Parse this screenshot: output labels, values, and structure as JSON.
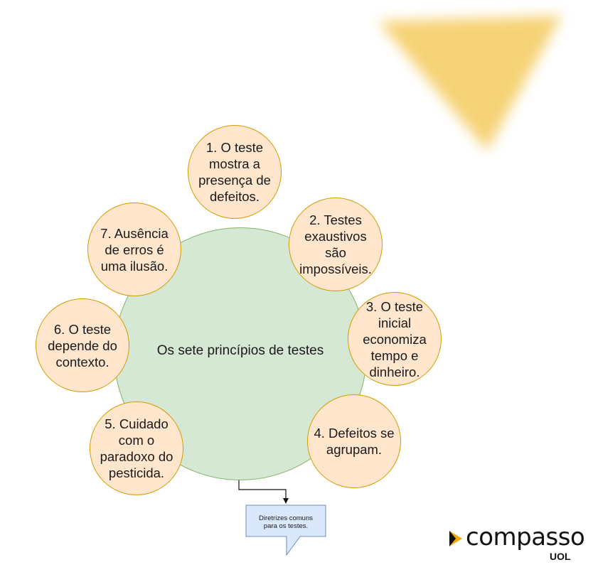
{
  "diagram": {
    "center_label": "Os sete princípios de testes",
    "principles": [
      "1. O teste\nmostra a\npresença de\ndefeitos.",
      "2. Testes\nexaustivos\nsão\nimpossíveis.",
      "3. O teste\ninicial\neconomiza\ntempo e\ndinheiro.",
      "4. Defeitos se\nagrupam.",
      "5. Cuidado\ncom o\nparadoxo do\npesticida.",
      "6. O teste\ndepende do\ncontexto.",
      "7. Ausência\nde erros é\numa ilusão."
    ],
    "callout": "Diretrizes comuns\npara os testes."
  },
  "logo": {
    "wordmark": "compasso",
    "sub": "UOL"
  },
  "colors": {
    "center_fill": "#d5e8d4",
    "center_stroke": "#82b366",
    "principle_fill": "#ffe6cc",
    "principle_stroke": "#d79b00",
    "callout_fill": "#dae8fc",
    "callout_stroke": "#6c8ebf",
    "decor_triangle": "#f5cf6b",
    "logo_accent": "#f2a900"
  }
}
